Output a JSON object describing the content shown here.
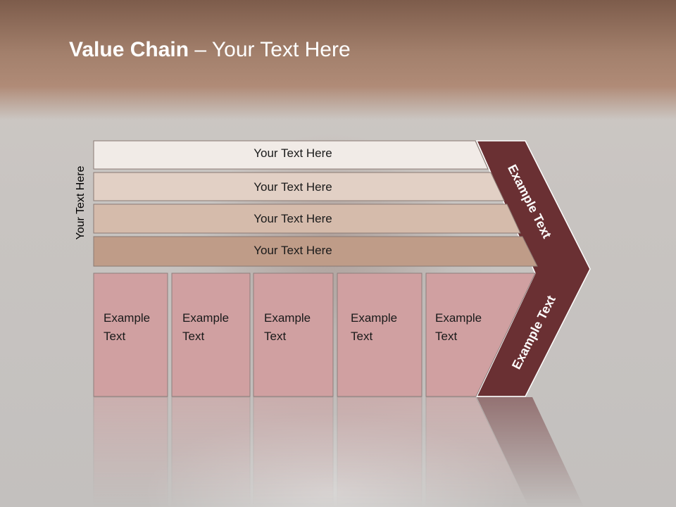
{
  "slide": {
    "title_bold": "Value Chain",
    "title_rest": " – Your Text Here",
    "side_label": "Your Text Here",
    "bars": [
      {
        "label": "Your Text Here",
        "color": "#f1ebe7"
      },
      {
        "label": "Your Text Here",
        "color": "#e2d0c5"
      },
      {
        "label": "Your Text Here",
        "color": "#d5bbab"
      },
      {
        "label": "Your Text Here",
        "color": "#bf9c88"
      }
    ],
    "columns": [
      {
        "line1": "Example",
        "line2": "Text"
      },
      {
        "line1": "Example",
        "line2": "Text"
      },
      {
        "line1": "Example",
        "line2": "Text"
      },
      {
        "line1": "Example",
        "line2": "Text"
      },
      {
        "line1": "Example",
        "line2": "Text"
      }
    ],
    "column_color": "#d0a0a1",
    "arrow_color": "#6a3033",
    "arrow_upper_label": "Example Text",
    "arrow_lower_label": "Example Text"
  }
}
